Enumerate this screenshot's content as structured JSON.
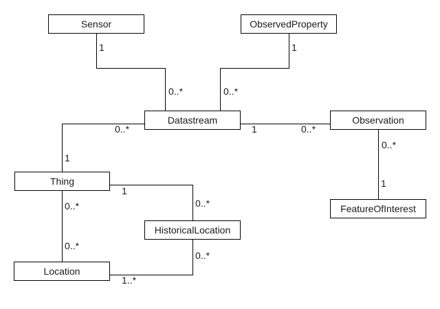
{
  "colors": {
    "background": "#ffffff",
    "box_fill": "#ffffff",
    "box_border": "#000000",
    "line": "#000000",
    "text": "#1a1a1a"
  },
  "nodes": [
    {
      "id": "sensor",
      "label": "Sensor"
    },
    {
      "id": "observed-property",
      "label": "ObservedProperty"
    },
    {
      "id": "datastream",
      "label": "Datastream"
    },
    {
      "id": "observation",
      "label": "Observation"
    },
    {
      "id": "thing",
      "label": "Thing"
    },
    {
      "id": "historical-location",
      "label": "HistoricalLocation"
    },
    {
      "id": "feature-of-interest",
      "label": "FeatureOfInterest"
    },
    {
      "id": "location",
      "label": "Location"
    }
  ],
  "associations": [
    {
      "from": "Sensor",
      "to": "Datastream",
      "from_multiplicity": "1",
      "to_multiplicity": "0..*"
    },
    {
      "from": "ObservedProperty",
      "to": "Datastream",
      "from_multiplicity": "1",
      "to_multiplicity": "0..*"
    },
    {
      "from": "Thing",
      "to": "Datastream",
      "from_multiplicity": "1",
      "to_multiplicity": "0..*"
    },
    {
      "from": "Datastream",
      "to": "Observation",
      "from_multiplicity": "1",
      "to_multiplicity": "0..*"
    },
    {
      "from": "Observation",
      "to": "FeatureOfInterest",
      "from_multiplicity": "0..*",
      "to_multiplicity": "1"
    },
    {
      "from": "Thing",
      "to": "HistoricalLocation",
      "from_multiplicity": "1",
      "to_multiplicity": "0..*"
    },
    {
      "from": "Thing",
      "to": "Location",
      "from_multiplicity": "0..*",
      "to_multiplicity": "0..*"
    },
    {
      "from": "Location",
      "to": "HistoricalLocation",
      "from_multiplicity": "1..*",
      "to_multiplicity": "0..*"
    }
  ]
}
